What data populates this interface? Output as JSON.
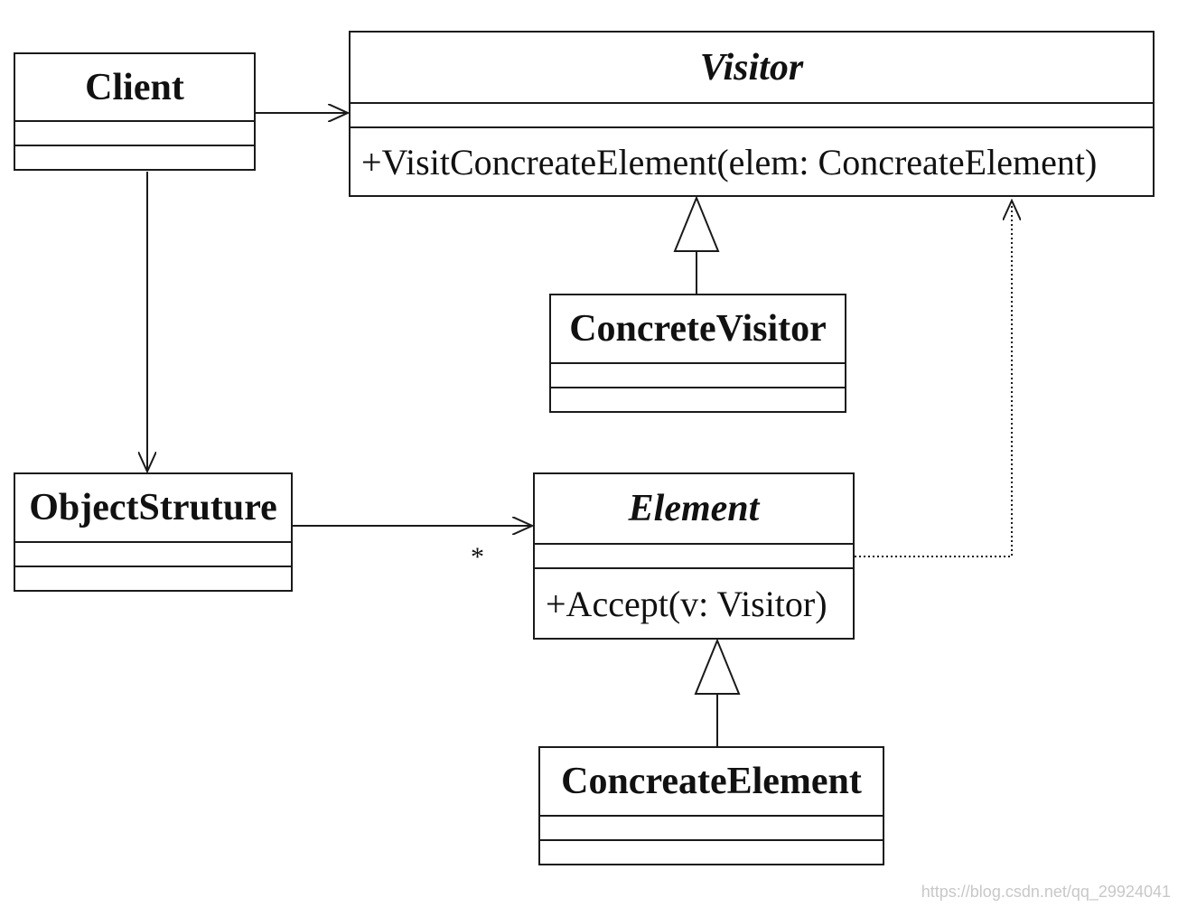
{
  "classes": {
    "client": {
      "name": "Client"
    },
    "visitor": {
      "name": "Visitor",
      "operation": "+VisitConcreateElement(elem: ConcreateElement)"
    },
    "concrete_visitor": {
      "name": "ConcreteVisitor"
    },
    "object_structure": {
      "name": "ObjectStruture"
    },
    "element": {
      "name": "Element",
      "operation": "+Accept(v: Visitor)"
    },
    "concreate_element": {
      "name": "ConcreateElement"
    }
  },
  "relations": {
    "object_structure_to_element_multiplicity": "*"
  },
  "watermark": "https://blog.csdn.net/qq_29924041"
}
